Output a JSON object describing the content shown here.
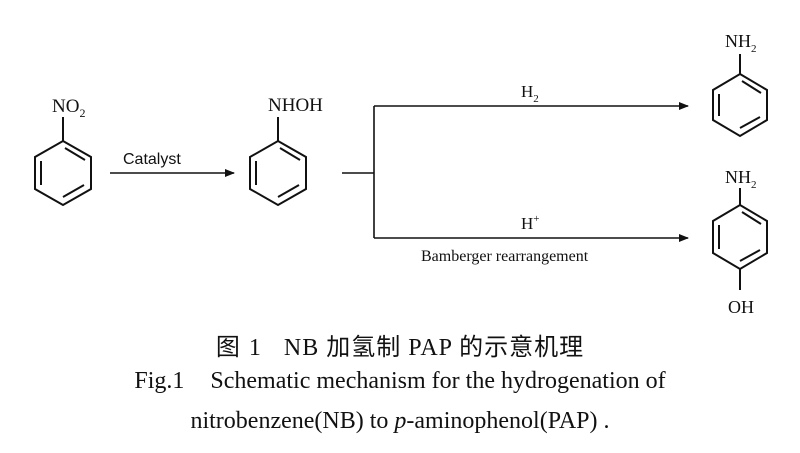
{
  "molecules": {
    "nitrobenzene": {
      "group": "NO",
      "sub": "2"
    },
    "phenylhydroxylamine": {
      "group": "NHOH"
    },
    "aniline": {
      "group": "NH",
      "sub": "2"
    },
    "aminophenol": {
      "top_group": "NH",
      "top_sub": "2",
      "bottom_group": "OH"
    }
  },
  "arrows": {
    "step1": {
      "label": "Catalyst"
    },
    "upper": {
      "reagent": "H",
      "reagent_sub": "2"
    },
    "lower": {
      "reagent": "H",
      "reagent_sup": "+",
      "label": "Bamberger rearrangement"
    }
  },
  "caption": {
    "zh": {
      "fig": "图",
      "num": "1",
      "text": "NB 加氢制 PAP 的示意机理"
    },
    "en": {
      "fig": "Fig.1",
      "line1": "Schematic mechanism for the hydrogenation of",
      "line2_a": "nitrobenzene(NB) to ",
      "line2_italic": "p",
      "line2_b": "-aminophenol(PAP)",
      "line2_end": " ."
    }
  }
}
